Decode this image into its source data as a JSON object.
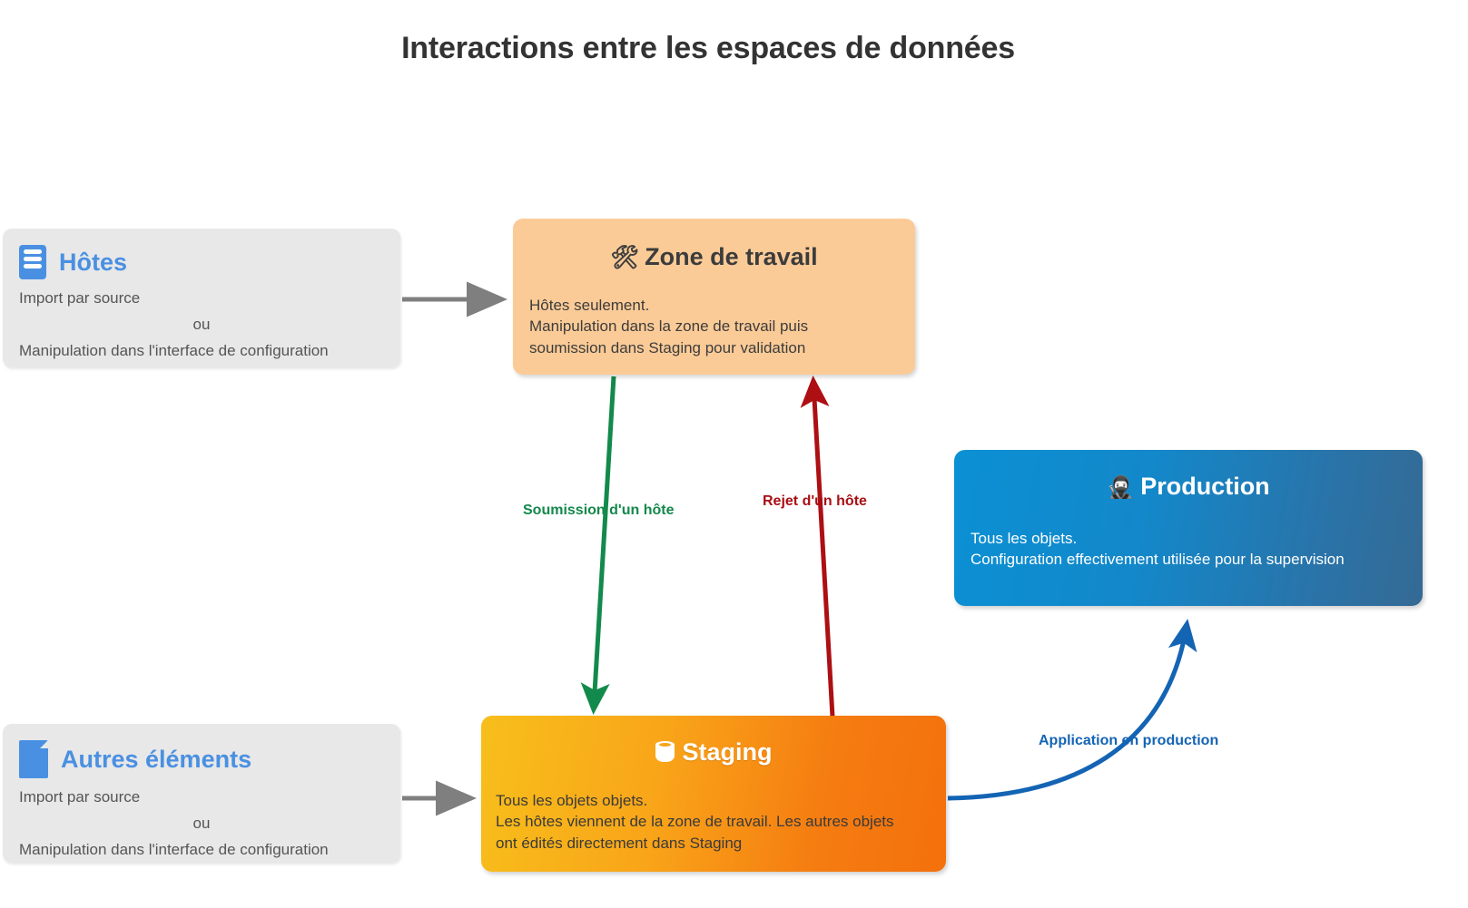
{
  "page": {
    "title": "Interactions entre les espaces de données",
    "background": "#ffffff"
  },
  "colors": {
    "source_card_bg": "#e8e8e8",
    "source_title": "#4a90e2",
    "workspace_bg": "#fbcb97",
    "staging_gradient_start": "#f7bf1b",
    "staging_gradient_end": "#f4700c",
    "production_gradient_start": "#0b90d4",
    "production_gradient_end": "#356a94",
    "arrow_grey": "#7f7f7f",
    "arrow_green": "#128a4b",
    "arrow_red": "#ad0f13",
    "arrow_blue": "#1464b4"
  },
  "nodes": {
    "hosts": {
      "icon": "server-rack-icon",
      "title": "Hôtes",
      "lines": [
        {
          "text": "Import par source",
          "align": "left"
        },
        {
          "text": "ou",
          "align": "center"
        },
        {
          "text": "Manipulation dans l'interface de configuration",
          "align": "left"
        }
      ]
    },
    "other_elements": {
      "icon": "document-icon",
      "title": "Autres éléments",
      "lines": [
        {
          "text": "Import par source",
          "align": "left"
        },
        {
          "text": "ou",
          "align": "center"
        },
        {
          "text": "Manipulation dans l'interface de configuration",
          "align": "left"
        }
      ]
    },
    "workspace": {
      "icon": "hammer-and-wrench-icon",
      "icon_glyph": "🛠",
      "title": "Zone de travail",
      "body_lines": [
        "Hôtes seulement.",
        "Manipulation dans la zone de travail puis",
        "soumission dans Staging pour validation"
      ]
    },
    "staging": {
      "icon": "database-icon",
      "title": "Staging",
      "body_lines": [
        "Tous les objets objets.",
        "Les hôtes viennent de la zone de travail. Les autres objets",
        "ont édités directement dans Staging"
      ]
    },
    "production": {
      "icon": "ninja-icon",
      "icon_glyph": "🥷",
      "title": "Production",
      "body_lines": [
        "Tous les objets.",
        "Configuration effectivement utilisée pour la supervision"
      ]
    }
  },
  "edges": {
    "hosts_to_workspace": {
      "label": "",
      "color": "#7f7f7f"
    },
    "other_to_staging": {
      "label": "",
      "color": "#7f7f7f"
    },
    "workspace_to_staging": {
      "label": "Soumission d'un hôte",
      "color": "#128a4b"
    },
    "staging_to_workspace": {
      "label": "Rejet d'un hôte",
      "color": "#ad0f13"
    },
    "staging_to_production": {
      "label": "Application en production",
      "color": "#1464b4"
    }
  }
}
